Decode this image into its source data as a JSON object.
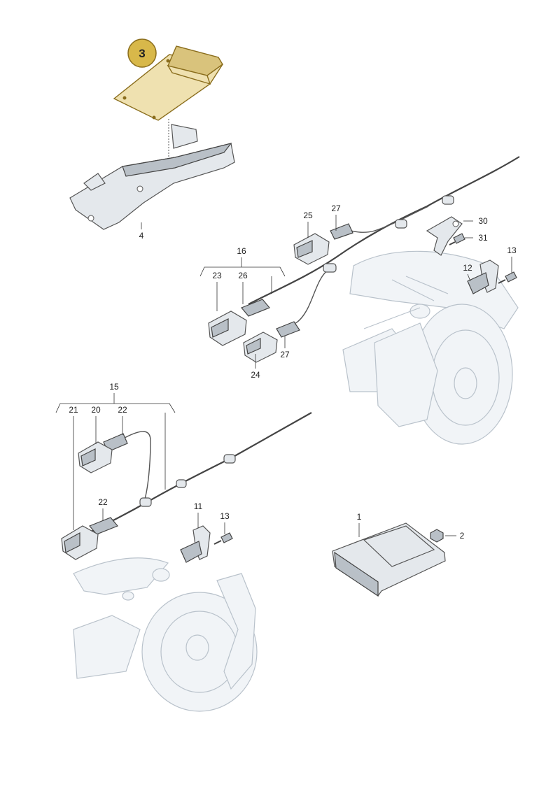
{
  "callouts": {
    "highlight": "3",
    "p1": "1",
    "p2": "2",
    "p4": "4",
    "p11": "11",
    "p12": "12",
    "p13a": "13",
    "p13b": "13",
    "p15": "15",
    "p16": "16",
    "p20": "20",
    "p21": "21",
    "p22a": "22",
    "p22b": "22",
    "p23": "23",
    "p24": "24",
    "p25": "25",
    "p26": "26",
    "p27a": "27",
    "p27b": "27",
    "p30": "30",
    "p31": "31"
  },
  "colors": {
    "highlight_fill": "#d8b84a",
    "highlight_part": "#efe1b0",
    "part": "#e4e8ec",
    "ghost": "#f1f4f7",
    "line": "#333333"
  }
}
